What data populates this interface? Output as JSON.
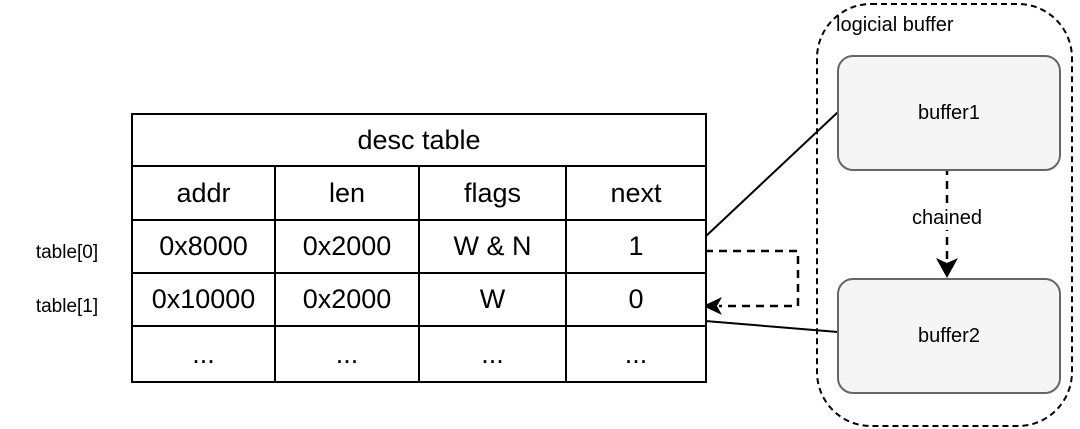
{
  "diagram": {
    "table": {
      "title": "desc table",
      "columns": [
        "addr",
        "len",
        "flags",
        "next"
      ],
      "row_labels": [
        "table[0]",
        "table[1]"
      ],
      "rows": [
        [
          "0x8000",
          "0x2000",
          "W & N",
          "1"
        ],
        [
          "0x10000",
          "0x2000",
          "W",
          "0"
        ],
        [
          "...",
          "...",
          "...",
          "..."
        ]
      ]
    },
    "buffer_group": {
      "label": "logicial buffer",
      "buffers": [
        "buffer1",
        "buffer2"
      ],
      "chain_label": "chained"
    },
    "connections": [
      "table[0] to buffer1 (solid line)",
      "table[0].next to table[1] (dashed arrow)",
      "buffer2 to table[1] (solid line)",
      "buffer1 chained to buffer2 (dashed arrow)"
    ],
    "colors": {
      "line": "#000000",
      "buffer_fill": "#f5f5f5",
      "buffer_border": "#666666",
      "background": "#ffffff"
    }
  }
}
